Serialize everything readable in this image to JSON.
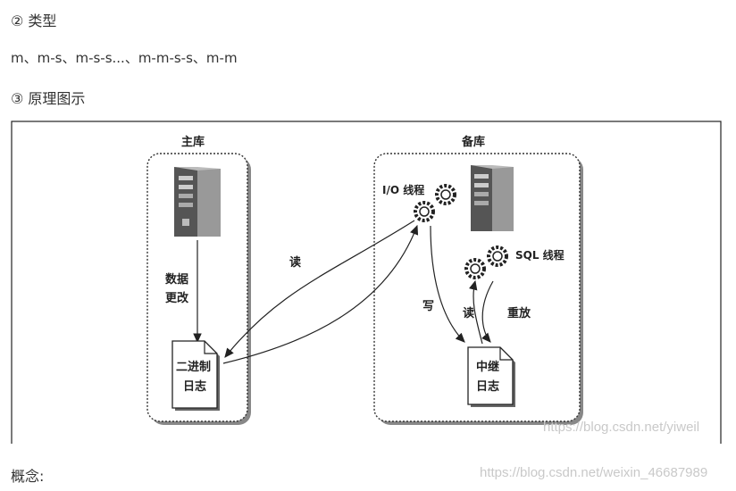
{
  "text": {
    "types_heading": "② 类型",
    "types_list": "m、m-s、m-s-s...、m-m-s-s、m-m",
    "principle_heading": "③ 原理图示",
    "concept_label": "概念:"
  },
  "diagram": {
    "master_title": "主库",
    "slave_title": "备库",
    "data_change_line1": "数据",
    "data_change_line2": "更改",
    "binlog_line1": "二进制",
    "binlog_line2": "日志",
    "io_thread": "I/O 线程",
    "sql_thread": "SQL 线程",
    "read_label": "读",
    "write_label": "写",
    "read_label_2": "读",
    "replay_label": "重放",
    "relaylog_line1": "中继",
    "relaylog_line2": "日志"
  },
  "watermarks": {
    "inner": "https://blog.csdn.net/yiweil",
    "outer": "https://blog.csdn.net/weixin_46687989"
  },
  "icons": [
    "server-icon",
    "gear-icon",
    "document-icon"
  ]
}
